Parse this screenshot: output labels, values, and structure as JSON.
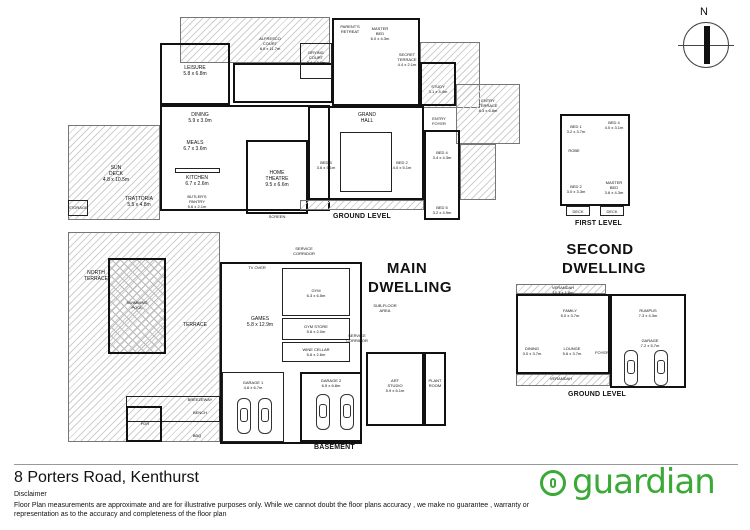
{
  "plan": {
    "main_label": "MAIN\nDWELLING",
    "second_label": "SECOND\nDWELLING",
    "sections": {
      "ground_level": "GROUND LEVEL",
      "basement": "BASEMENT",
      "first_level": "FIRST LEVEL",
      "second_ground_level": "GROUND LEVEL"
    },
    "rooms": {
      "leisure": "LEISURE\n5.8 x 6.8m",
      "alfresco": "ALFRESCO\nCOURT\n8.0 x 11.7m",
      "drying": "DRYING\nCOURT\n3.4 x 2.0m",
      "parents": "PARENT'S\nRETREAT",
      "master_bed": "MASTER\nBED\n6.0 x 4.3m",
      "secret_terrace": "SECRET\nTERRACE\n4.4 x 2.1m",
      "study": "STUDY\n3.1 x 4.4m",
      "entry_terrace": "ENTRY\nTERRACE\n8.3 x 6.8m",
      "entry_foyer": "ENTRY\nFOYER",
      "dining": "DINING\n5.9 x 3.0m",
      "meals": "MEALS\n6.7 x 3.6m",
      "kitchen": "KITCHEN\n6.7 x 2.6m",
      "butlers": "BUTLER'S\nPANTRY\n5.6 x 2.1m",
      "home_theatre": "HOME\nTHEATRE\n9.5 x 6.6m",
      "screen": "SCREEN",
      "grand_hall": "GRAND\nHALL",
      "bed3": "BED 3\n3.6 x 5.1m",
      "bed2": "BED 2\n4.0 x 5.1m",
      "bed4": "BED 4\n3.4 x 4.3m",
      "bed5": "BED 5\n3.2 x 4.9m",
      "sun_deck": "SUN\nDECK\n4.8 x 10.5m",
      "trattoria": "TRATTORIA\n5.5 x 4.8m",
      "storage": "STORAGE",
      "north_terrace": "NORTH\nTERRACE",
      "swimming_pool": "SWIMMING\nPOOL",
      "terrace": "TERRACE",
      "service_corridor": "SERVICE\nCORRIDOR",
      "service_corridor2": "SERVICE\nCORRIDOR",
      "gym": "GYM\n6.3 x 6.5m",
      "games": "GAMES\n5.8 x 12.9m",
      "tv_over": "TV OVER",
      "gym_store": "GYM STORE\n5.6 x 2.0m",
      "wine_cellar": "WINE CELLAR\n5.6 x 2.6m",
      "sub_floor": "SUB-FLOOR\nAREA",
      "garage1": "GARAGE 1\n4.6 x 6.7m",
      "garage2": "GARAGE 2\n6.5 x 6.8m",
      "art_studio": "ART\nSTUDIO\n5.9 x 6.1m",
      "plant_room": "PLANT\nROOM",
      "breezeway": "BREEZEWAY",
      "bench": "BENCH",
      "bbq": "BBQ",
      "pdr": "PDR",
      "fl_bed1": "BED 1\n3.2 x 3.7m",
      "fl_bed4": "BED 4\n4.0 x 3.1m",
      "fl_bed2": "BED 2\n3.0 x 3.3m",
      "fl_master": "MASTER\nBED\n3.6 x 4.3m",
      "fl_robe": "ROBE",
      "fl_deck1": "DECK",
      "fl_deck2": "DECK",
      "gl_verandah": "VERANDAH\n10.3 x 1.8m",
      "gl_family": "FAMILY\n5.0 x 3.7m",
      "gl_rumpus": "RUMPUS\n7.3 x 4.3m",
      "gl_dining": "DINING\n3.0 x 3.7m",
      "gl_lounge": "LOUNGE\n5.6 x 3.7m",
      "gl_garage": "GARAGE\n7.2 x 5.7m",
      "gl_verandah2": "VERANDAH",
      "gl_foyer": "FOYER"
    }
  },
  "compass_label": "N",
  "footer": {
    "address": "8 Porters Road, Kenthurst",
    "disclaimer_title": "Disclaimer",
    "disclaimer_text": "Floor Plan measurements are approximate and are for illustrative purposes only. While we cannot doubt the floor plans accuracy , we make no guarantee , warranty or representation as to the accuracy and completeness of the floor plan",
    "brand": "guardian",
    "brand_color": "#3aa935"
  }
}
